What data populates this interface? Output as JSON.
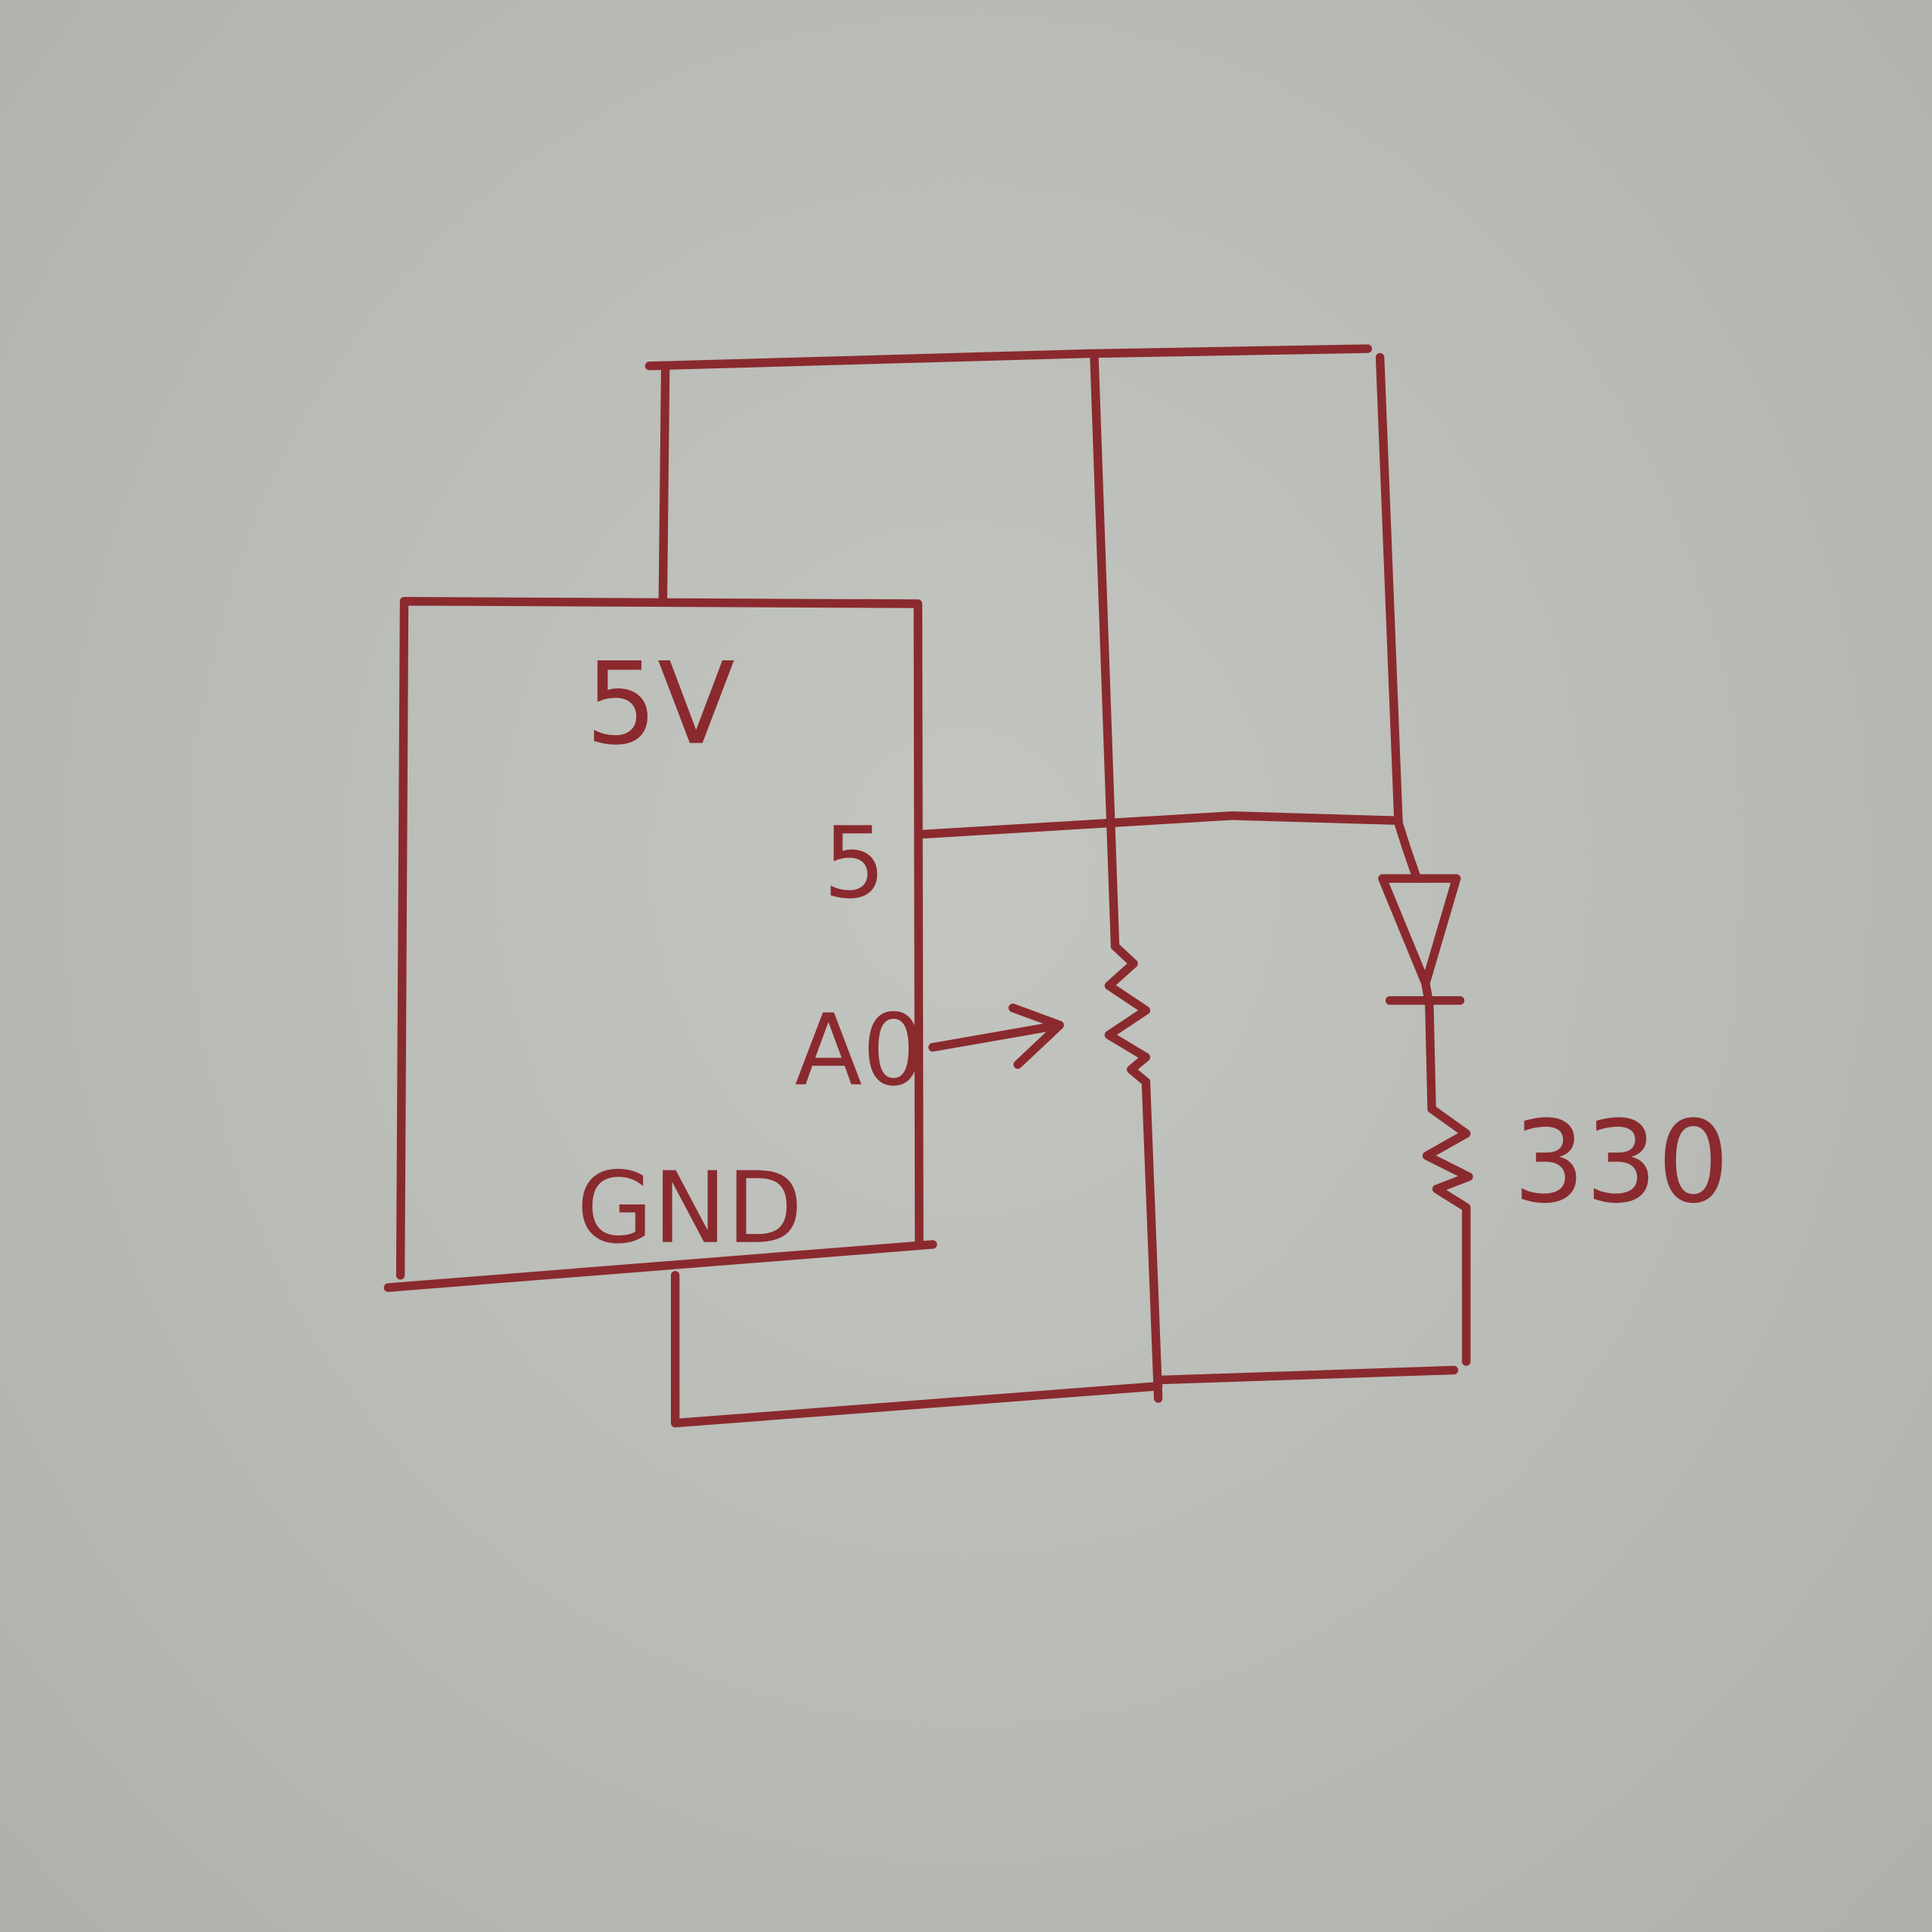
{
  "diagram": {
    "type": "hand-drawn circuit schematic",
    "ink_color": "#8a2a2e",
    "labels": {
      "supply": "5V",
      "digital_pin": "5",
      "analog_pin": "A0",
      "ground": "GND",
      "resistor_value": "330"
    },
    "components": [
      "microcontroller-block",
      "potentiometer",
      "led",
      "resistor"
    ]
  }
}
